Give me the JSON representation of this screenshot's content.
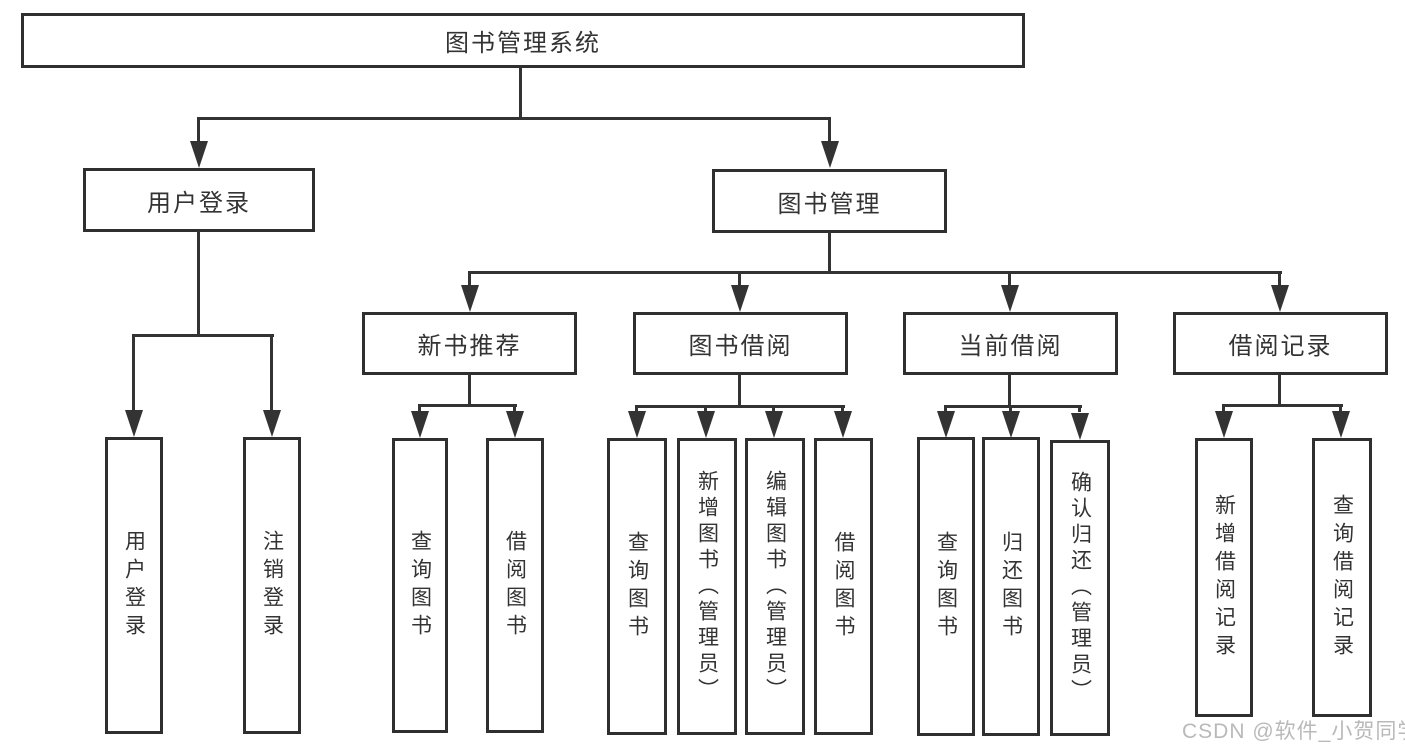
{
  "diagram": {
    "root": "图书管理系统",
    "level2": {
      "user_login": "用户登录",
      "book_mgmt": "图书管理"
    },
    "level3": {
      "new_books": "新书推荐",
      "book_borrow": "图书借阅",
      "current_borrow": "当前借阅",
      "borrow_records": "借阅记录"
    },
    "leaves": {
      "user_login": [
        "用户登录",
        "注销登录"
      ],
      "new_books": [
        "查询图书",
        "借阅图书"
      ],
      "book_borrow": [
        "查询图书",
        "新增图书（管理员）",
        "编辑图书（管理员）",
        "借阅图书"
      ],
      "current_borrow": [
        "查询图书",
        "归还图书",
        "确认归还（管理员）"
      ],
      "borrow_records": [
        "新增借阅记录",
        "查询借阅记录"
      ]
    },
    "watermark": "CSDN @软件_小贺同学",
    "colors": {
      "line": "#333333",
      "box_border": "#2f2f2f",
      "text": "#333333",
      "watermark_text": "#b9b9b9",
      "background": "#ffffff"
    }
  }
}
